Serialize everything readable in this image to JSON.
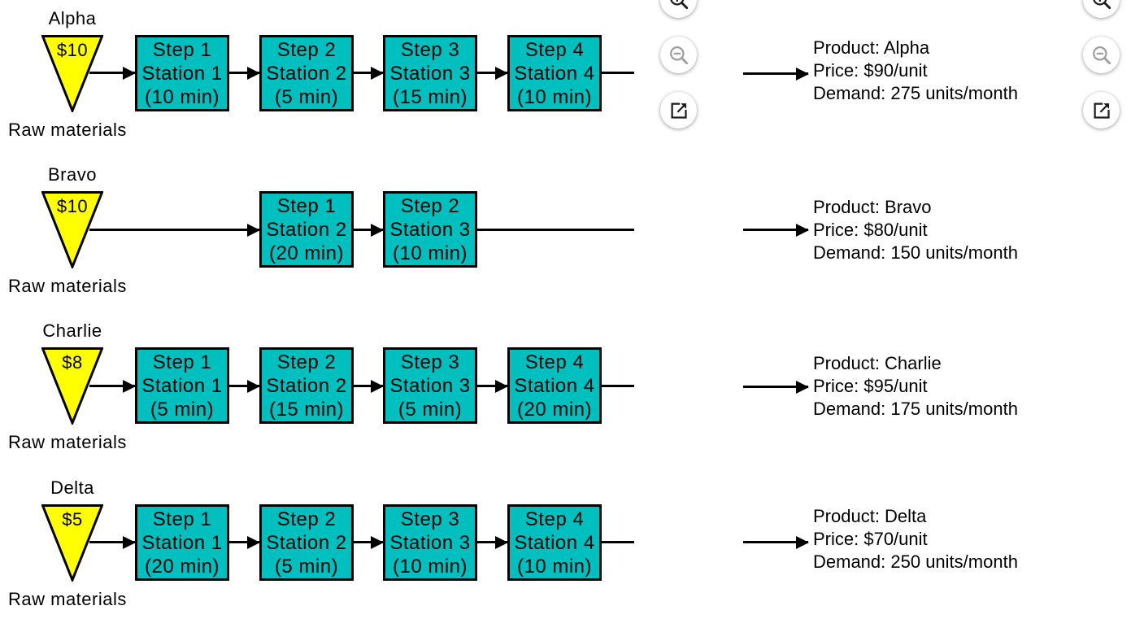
{
  "colors": {
    "process_box_fill": "#00BFBF",
    "process_box_border": "#000000",
    "inventory_triangle_fill": "#FFFF00",
    "flow_line": "#000000",
    "icon_enabled": "#1D1D1D",
    "icon_disabled": "#9E9E9E",
    "button_background": "#FFFFFF"
  },
  "controls": {
    "left_panel": [
      {
        "icon": "zoom-in-icon",
        "enabled": true
      },
      {
        "icon": "zoom-out-icon",
        "enabled": false
      },
      {
        "icon": "open-in-new-icon",
        "enabled": true
      }
    ],
    "right_panel": [
      {
        "icon": "zoom-in-icon",
        "enabled": true
      },
      {
        "icon": "zoom-out-icon",
        "enabled": false
      },
      {
        "icon": "open-in-new-icon",
        "enabled": true
      }
    ]
  },
  "products": [
    {
      "name": "Alpha",
      "inventory_cost": "$10",
      "raw_label": "Raw materials",
      "steps": [
        {
          "step": "Step 1",
          "station": "Station 1",
          "time": "(10 min)"
        },
        {
          "step": "Step 2",
          "station": "Station 2",
          "time": "(5 min)"
        },
        {
          "step": "Step 3",
          "station": "Station 3",
          "time": "(15 min)"
        },
        {
          "step": "Step 4",
          "station": "Station 4",
          "time": "(10 min)"
        }
      ],
      "info": {
        "product": "Product: Alpha",
        "price": "Price: $90/unit",
        "demand": "Demand: 275 units/month"
      }
    },
    {
      "name": "Bravo",
      "inventory_cost": "$10",
      "raw_label": "Raw materials",
      "steps": [
        {
          "step": "Step 1",
          "station": "Station 2",
          "time": "(20 min)"
        },
        {
          "step": "Step 2",
          "station": "Station 3",
          "time": "(10 min)"
        }
      ],
      "info": {
        "product": "Product: Bravo",
        "price": "Price: $80/unit",
        "demand": "Demand: 150 units/month"
      }
    },
    {
      "name": "Charlie",
      "inventory_cost": "$8",
      "raw_label": "Raw materials",
      "steps": [
        {
          "step": "Step 1",
          "station": "Station 1",
          "time": "(5 min)"
        },
        {
          "step": "Step 2",
          "station": "Station 2",
          "time": "(15 min)"
        },
        {
          "step": "Step 3",
          "station": "Station 3",
          "time": "(5 min)"
        },
        {
          "step": "Step 4",
          "station": "Station 4",
          "time": "(20 min)"
        }
      ],
      "info": {
        "product": "Product: Charlie",
        "price": "Price: $95/unit",
        "demand": "Demand: 175 units/month"
      }
    },
    {
      "name": "Delta",
      "inventory_cost": "$5",
      "raw_label": "Raw materials",
      "steps": [
        {
          "step": "Step 1",
          "station": "Station 1",
          "time": "(20 min)"
        },
        {
          "step": "Step 2",
          "station": "Station 2",
          "time": "(5 min)"
        },
        {
          "step": "Step 3",
          "station": "Station 3",
          "time": "(10 min)"
        },
        {
          "step": "Step 4",
          "station": "Station 4",
          "time": "(10 min)"
        }
      ],
      "info": {
        "product": "Product: Delta",
        "price": "Price: $70/unit",
        "demand": "Demand: 250 units/month"
      }
    }
  ]
}
